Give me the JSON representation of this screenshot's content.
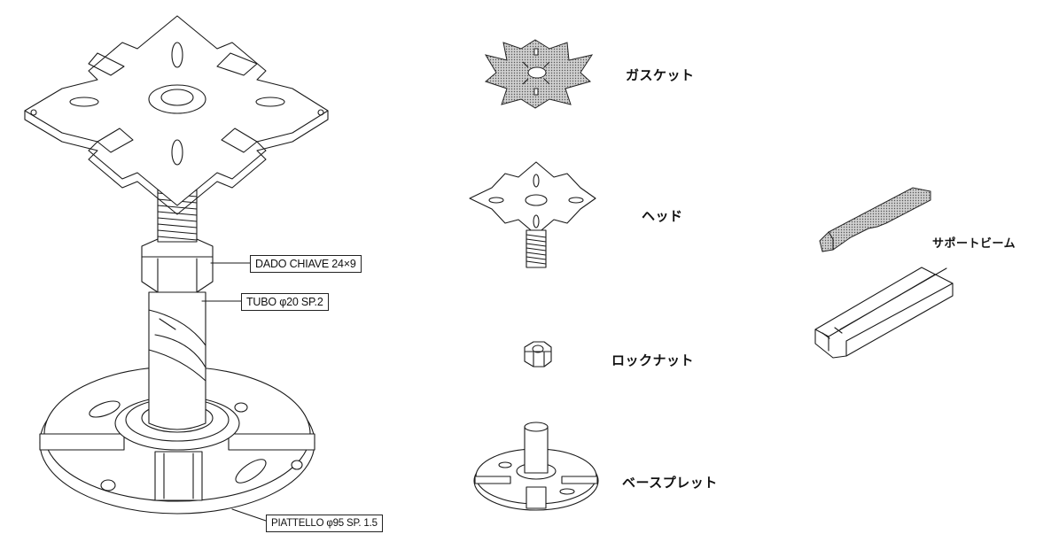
{
  "callouts": {
    "nut": "DADO CHIAVE 24×9",
    "tube": "TUBO φ20 SP.2",
    "base_plate": "PIATTELLO φ95 SP. 1.5"
  },
  "parts": {
    "gasket": "ガスケット",
    "head": "ヘッド",
    "lock_nut": "ロックナット",
    "base_plate": "ベースプレット",
    "support_beam": "サポートビーム"
  }
}
